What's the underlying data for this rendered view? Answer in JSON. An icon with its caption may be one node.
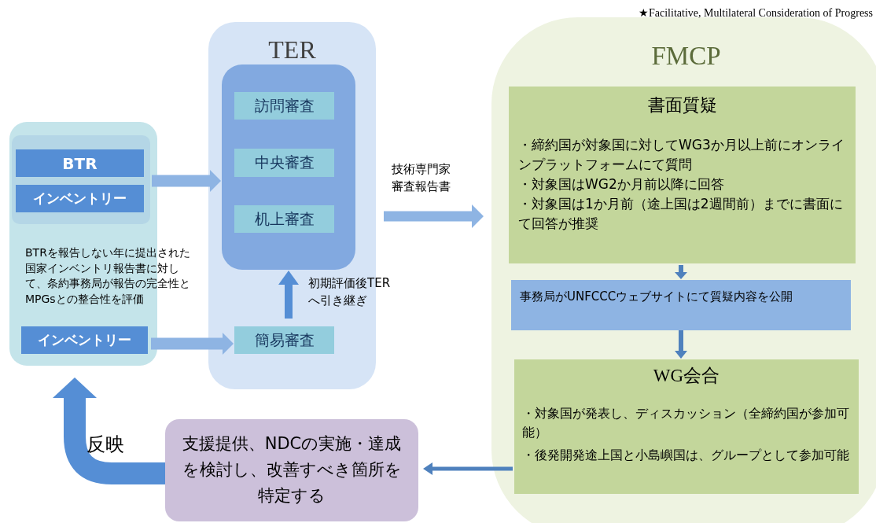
{
  "diagram": {
    "nodes": [
      {
        "text": [],
        "shape": "box"
      },
      {
        "text": [],
        "shape": "box",
        "in": 0
      },
      {
        "text": [
          "BTR"
        ],
        "in": 1
      },
      {
        "text": [
          "インベントリー"
        ],
        "in": 1
      },
      {
        "text": [
          "インベントリー"
        ],
        "in": 0
      },
      {
        "text": [
          "TER"
        ]
      },
      {
        "text": [],
        "shape": "box",
        "in": 5
      },
      {
        "text": [
          "訪問審査"
        ],
        "in": 6
      },
      {
        "text": [
          "中央審査"
        ],
        "in": 6
      },
      {
        "text": [
          "机上審査"
        ],
        "in": 6
      },
      {
        "text": [
          "簡易審査"
        ],
        "in": 5
      },
      {
        "text": [
          "FMCP"
        ]
      },
      {
        "text": [
          "書面質疑",
          "・締約国が対象国に対してWG3か月以上前にオンラインプラットフォームにて質問",
          "・対象国はWG2か月前以降に回答",
          "・対象国は1か月前（途上国は2週間前）までに書面にて回答が推奨"
        ],
        "in": 11
      },
      {
        "text": [
          "事務局がUNFCCCウェブサイトにて質疑内容を公開"
        ],
        "in": 11
      },
      {
        "text": [
          "WG会合",
          "・対象国が発表し、ディスカッション（全締約国が参加可能）",
          "・後発開発途上国と小島嶼国は、グループとして参加可能"
        ],
        "in": 11
      },
      {
        "text": [
          "支援提供、NDCの実施・達成を検討し、改善すべき箇所を特定する"
        ]
      }
    ],
    "edges": [
      {
        "from": 1,
        "to": 6,
        "arrow": "to"
      },
      {
        "from": 4,
        "to": 10,
        "arrow": "to"
      },
      {
        "from": 10,
        "to": 6,
        "arrow": "to",
        "label": "初期評価後TERへ引き継ぎ"
      },
      {
        "from": 5,
        "to": 11,
        "arrow": "to",
        "label": "技術専門家審査報告書"
      },
      {
        "from": 12,
        "to": 13,
        "arrow": "to",
        "color": "#4f81bd"
      },
      {
        "from": 13,
        "to": 14,
        "arrow": "to",
        "color": "#4f81bd"
      },
      {
        "from": 14,
        "to": 15,
        "arrow": "to",
        "color": "#4f81bd"
      },
      {
        "from": 15,
        "to": 0,
        "arrow": "to",
        "label": "反映",
        "style": "thick"
      }
    ],
    "labels": [
      "★Facilitative, Multilateral Consideration of Progress",
      "BTRを報告しない年に提出された国家インベントリ報告書に対して、条約事務局が報告の完全性とMPGsとの整合性を評価"
    ]
  }
}
